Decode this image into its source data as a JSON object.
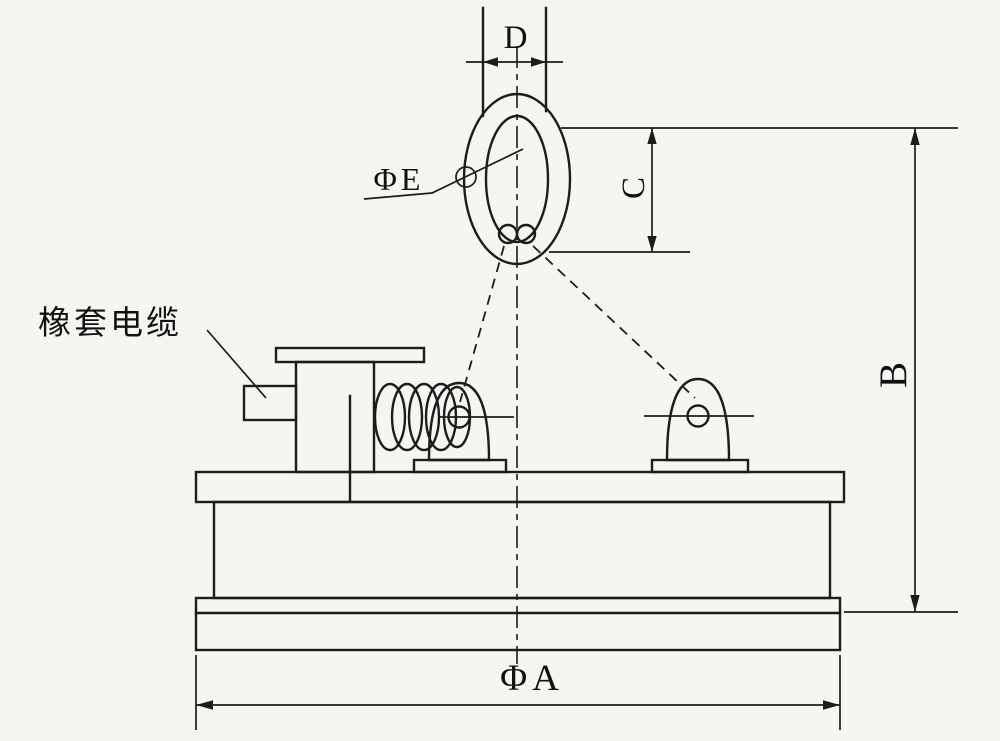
{
  "diagram": {
    "background_color": "#f6f5f1",
    "line_color": "#1c1c1c",
    "labels": {
      "dim_d": "D",
      "dim_c": "C",
      "dim_b": "B",
      "dim_phi_a": "ΦA",
      "dim_phi_e": "ΦE",
      "cable_note": "橡套电缆"
    }
  }
}
